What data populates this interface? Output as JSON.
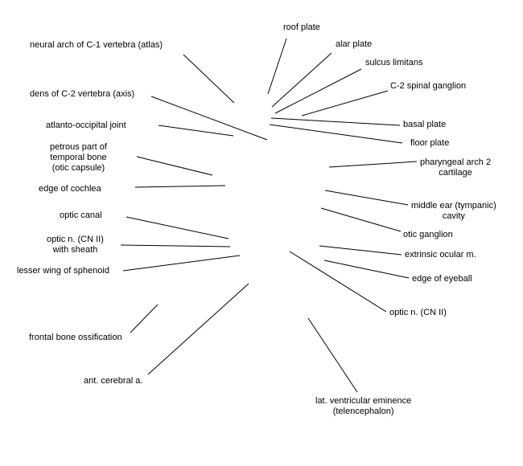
{
  "colors": {
    "line": "#000000",
    "text": "#000000",
    "background": "#ffffff"
  },
  "labels": {
    "roof_plate": "roof plate",
    "alar_plate": "alar plate",
    "sulcus_limitans": "sulcus limitans",
    "c2_spinal_ganglion": "C-2 spinal ganglion",
    "basal_plate": "basal plate",
    "floor_plate": "floor plate",
    "pharyngeal_arch_2": [
      "pharyngeal arch 2",
      "cartilage"
    ],
    "middle_ear": [
      "middle ear (tympanic)",
      "cavity"
    ],
    "otic_ganglion": "otic ganglion",
    "extrinsic_ocular": "extrinsic ocular m.",
    "edge_of_eyeball": "edge of eyeball",
    "optic_n_right": "optic n. (CN II)",
    "lat_ventricular_eminence": [
      "lat. ventricular eminence",
      "(telencephalon)"
    ],
    "neural_arch_c1": "neural arch of C-1 vertebra (atlas)",
    "dens_c2": "dens of C-2 vertebra (axis)",
    "atlanto_occipital": "atlanto-occipital joint",
    "petrous_part": [
      "petrous part of",
      "temporal bone",
      "(otic capsule)"
    ],
    "edge_of_cochlea": "edge of cochlea",
    "optic_canal": "optic canal",
    "optic_n_sheath": [
      "optic n. (CN II)",
      "with sheath"
    ],
    "lesser_wing": "lesser wing of sphenoid",
    "frontal_bone": "frontal bone ossification",
    "ant_cerebral": "ant. cerebral a."
  }
}
